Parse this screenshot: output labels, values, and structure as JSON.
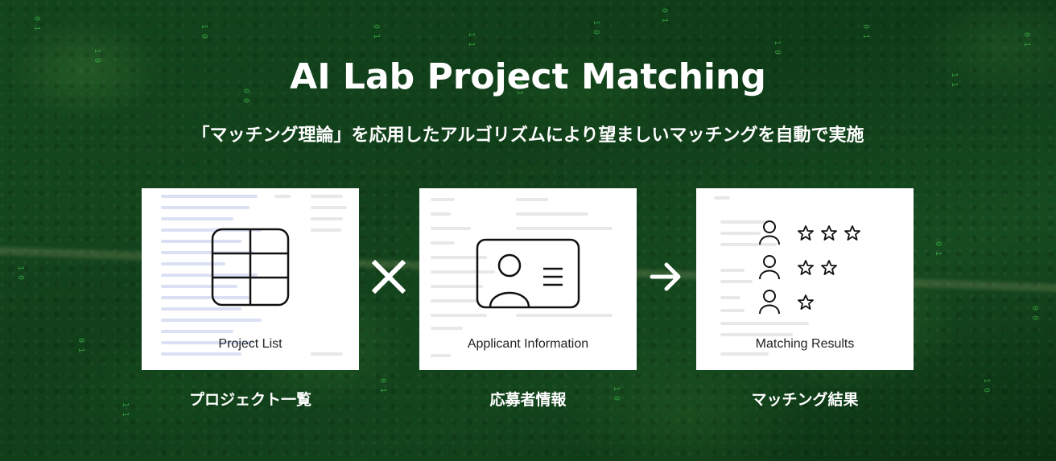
{
  "title": "AI Lab Project Matching",
  "subtitle": "「マッチング理論」を応用したアルゴリズムにより望ましいマッチングを自動で実施",
  "cards": [
    {
      "label": "Project List",
      "caption": "プロジェクト一覧",
      "icon": "grid-table-icon"
    },
    {
      "label": "Applicant Information",
      "caption": "応募者情報",
      "icon": "id-card-icon"
    },
    {
      "label": "Matching Results",
      "caption": "マッチング結果",
      "icon": "ranked-people-stars-icon"
    }
  ],
  "operators": {
    "multiply": "×",
    "arrow": "→"
  },
  "colors": {
    "background": "#1a5524",
    "card": "#ffffff",
    "text": "#ffffff",
    "icon_stroke": "#111111"
  }
}
